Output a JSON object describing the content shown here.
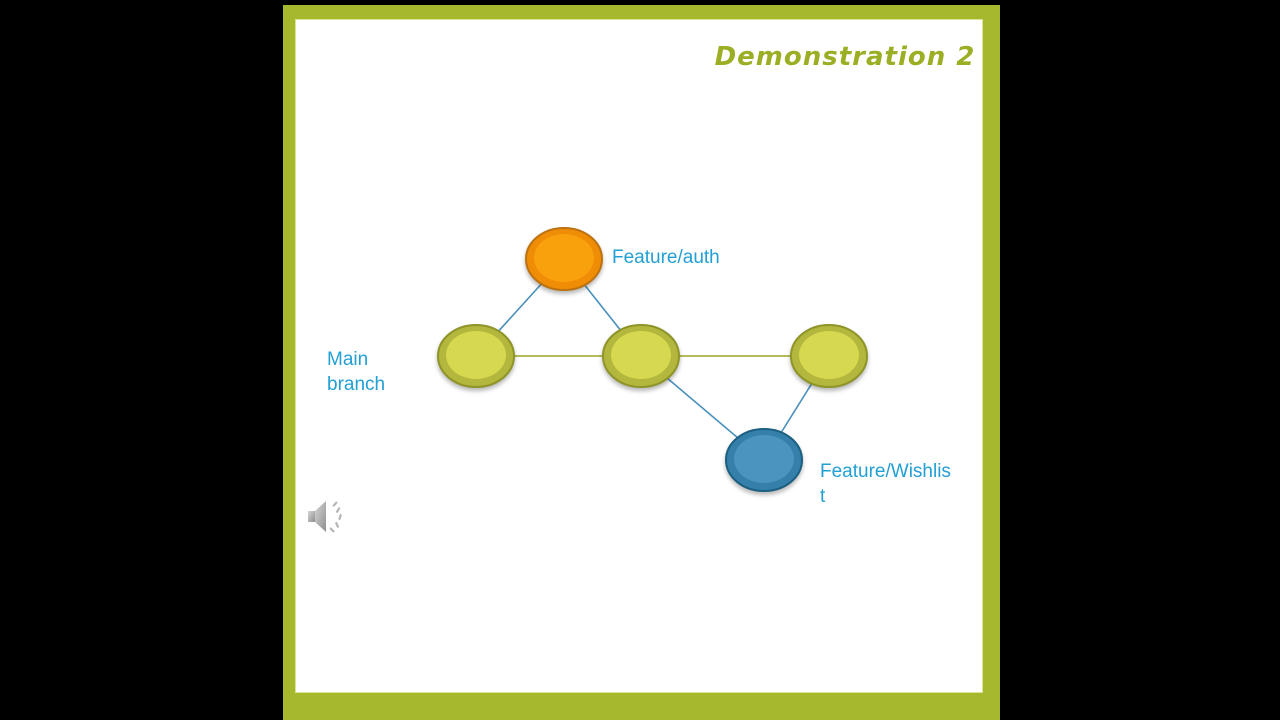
{
  "slide": {
    "title": "Demonstration 2",
    "title_color": "#9cae24",
    "frame_color": "#a5b82e",
    "background": "#ffffff"
  },
  "diagram": {
    "label_color": "#229fd4",
    "labels": {
      "main_branch": "Main\nbranch",
      "feature_auth": "Feature/auth",
      "feature_wishlist": "Feature/Wishlis\nt"
    },
    "node_styles": {
      "main": {
        "fill": "#d6d94f",
        "ring": "#b4b73d",
        "outline": "#8e9427"
      },
      "auth": {
        "fill": "#f9a00d",
        "ring": "#ef8d06",
        "outline": "#bc7210"
      },
      "wishlist": {
        "fill": "#4a94c0",
        "ring": "#3480ab",
        "outline": "#1d5f80"
      }
    },
    "edge_colors": {
      "feature": "#4a90bd",
      "main": "#9aa823"
    }
  },
  "audio": {
    "speaker_color_light": "#c9c9c9",
    "speaker_color_dark": "#8f8f8f",
    "wave_color": "#b5b5b5"
  }
}
